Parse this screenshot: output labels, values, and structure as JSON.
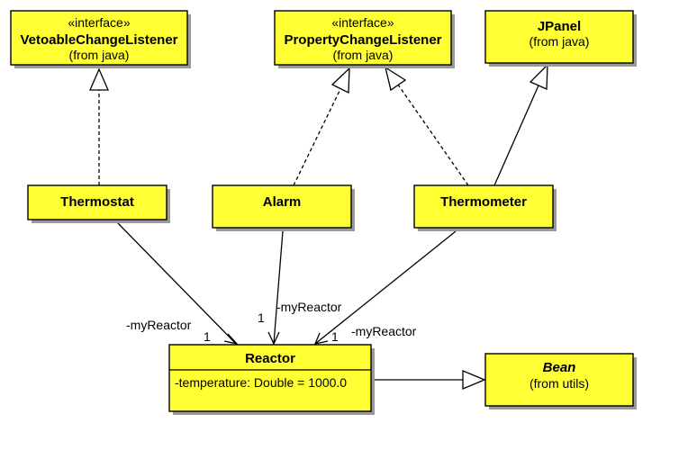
{
  "classes": {
    "vetoable": {
      "stereotype": "«interface»",
      "name": "VetoableChangeListener",
      "origin": "(from java)"
    },
    "property": {
      "stereotype": "«interface»",
      "name": "PropertyChangeListener",
      "origin": "(from java)"
    },
    "jpanel": {
      "name": "JPanel",
      "origin": "(from java)"
    },
    "thermostat": {
      "name": "Thermostat"
    },
    "alarm": {
      "name": "Alarm"
    },
    "thermometer": {
      "name": "Thermometer"
    },
    "reactor": {
      "name": "Reactor",
      "attribute": "-temperature: Double = 1000.0"
    },
    "bean": {
      "name": "Bean",
      "origin": "(from utils)"
    }
  },
  "associations": {
    "thermostat": {
      "role": "-myReactor",
      "multiplicity": "1"
    },
    "alarm": {
      "role": "-myReactor",
      "multiplicity": "1"
    },
    "thermometer": {
      "role": "-myReactor",
      "multiplicity": "1"
    }
  }
}
